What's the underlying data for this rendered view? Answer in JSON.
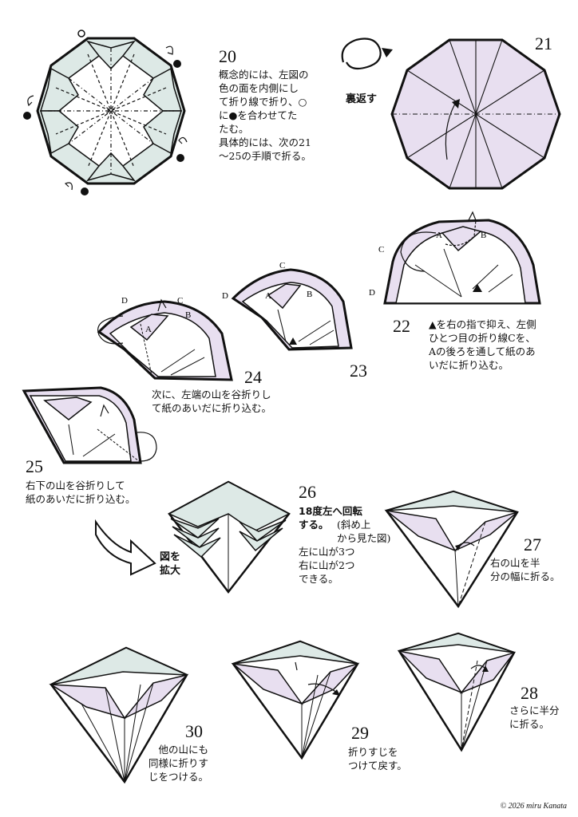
{
  "steps": {
    "s20": {
      "number": "20",
      "text": "概念的には、左図の\n色の面を内側にし\nて折り線で折り、○\nに●を合わせてた\nたむ。\n具体的には、次の21\n～25の手順で折る。"
    },
    "s21": {
      "number": "21",
      "action": "裏返す"
    },
    "s22": {
      "number": "22",
      "text": "▲を右の指で抑え、左側\nひとつ目の折り線Cを、\nAの後ろを通して紙のあ\nいだに折り込む。"
    },
    "s23": {
      "number": "23"
    },
    "s24": {
      "number": "24",
      "text": "次に、左端の山を谷折りし\nて紙のあいだに折り込む。"
    },
    "s25": {
      "number": "25",
      "text": "右下の山を谷折りして\n紙のあいだに折り込む。"
    },
    "s26": {
      "number": "26",
      "bold": "18度左へ回転\nする。",
      "paren": "(斜め上\nから見た図)",
      "text": "左に山が3つ\n右に山が2つ\nできる。",
      "enlarge": "図を\n拡大"
    },
    "s27": {
      "number": "27",
      "text": "右の山を半\n分の幅に折る。"
    },
    "s28": {
      "number": "28",
      "text": "さらに半分\nに折る。"
    },
    "s29": {
      "number": "29",
      "text": "折りすじを\nつけて戻す。"
    },
    "s30": {
      "number": "30",
      "text": "他の山にも\n同様に折りす\nじをつける。"
    }
  },
  "labels": {
    "A": "A",
    "B": "B",
    "C": "C",
    "D": "D"
  },
  "colors": {
    "paper_front": "#e8dff0",
    "paper_back": "#dde9e6",
    "line": "#111111"
  },
  "copyright": "© 2026 miru Kanata"
}
